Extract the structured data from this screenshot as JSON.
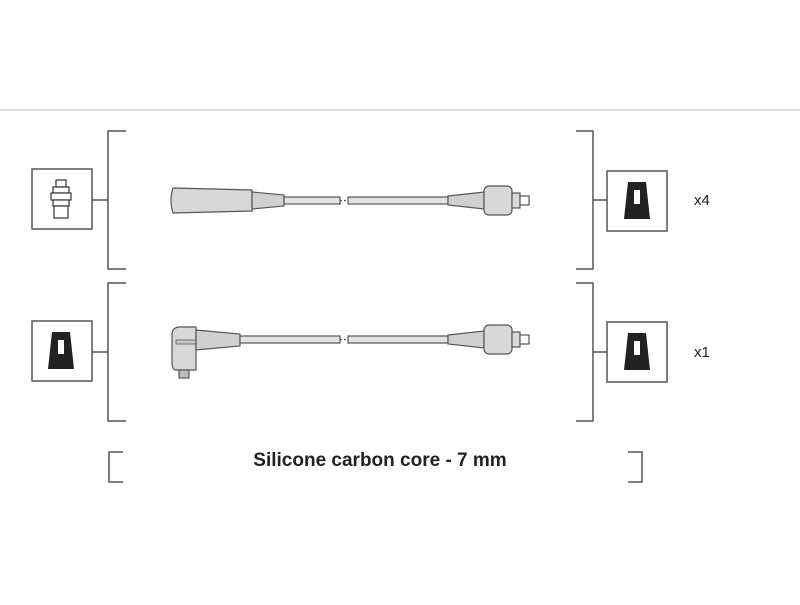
{
  "rows": [
    {
      "left_connector": "plug-boot-icon",
      "cable_left_end": "straight-boot",
      "right_connector": "distributor-boot-icon",
      "quantity": "x4"
    },
    {
      "left_connector": "distributor-boot-icon",
      "cable_left_end": "angled-boot",
      "right_connector": "distributor-boot-icon",
      "quantity": "x1"
    }
  ],
  "caption": "Silicone carbon core - 7 mm",
  "colors": {
    "line": "#555555",
    "cable_fill": "#d8d8d8",
    "icon_fill": "#222222",
    "divider": "#bbbbbb",
    "text": "#222222"
  }
}
